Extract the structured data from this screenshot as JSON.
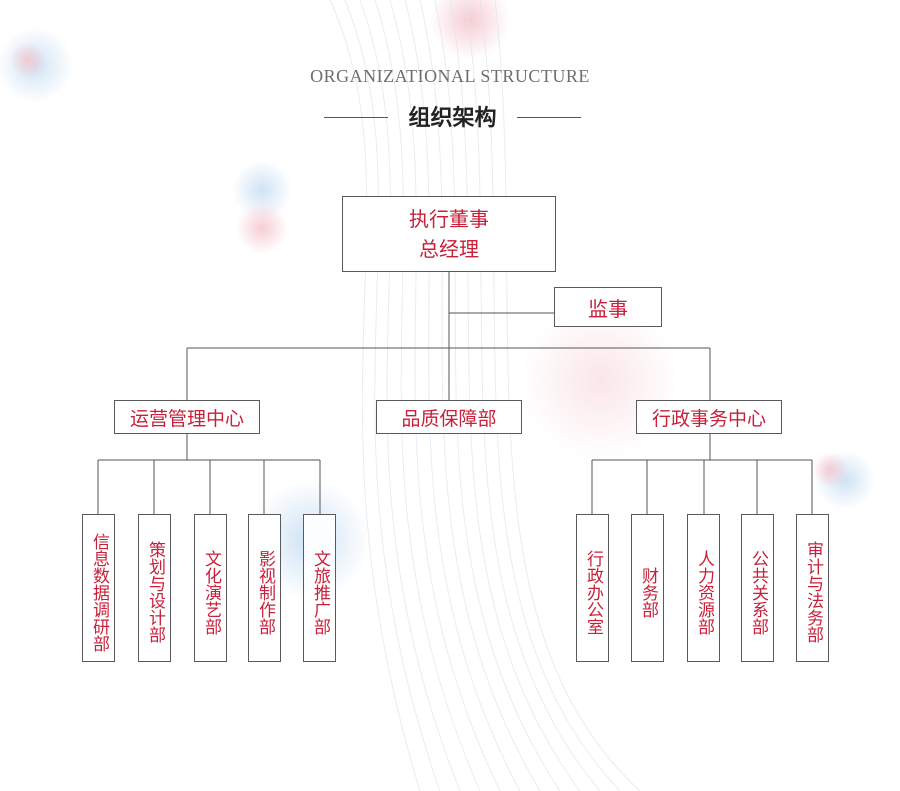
{
  "header": {
    "subtitle_en": "ORGANIZATIONAL STRUCTURE",
    "title_cn": "组织架构"
  },
  "org": {
    "top": {
      "line1": "执行董事",
      "line2": "总经理"
    },
    "supervisor": "监事",
    "centers": [
      {
        "label": "运营管理中心",
        "departments": [
          "信息数据调研部",
          "策划与设计部",
          "文化演艺部",
          "影视制作部",
          "文旅推广部"
        ]
      },
      {
        "label": "品质保障部",
        "departments": []
      },
      {
        "label": "行政事务中心",
        "departments": [
          "行政办公室",
          "财务部",
          "人力资源部",
          "公共关系部",
          "审计与法务部"
        ]
      }
    ]
  },
  "colors": {
    "accent": "#c8203a",
    "line": "#555555",
    "bg_blob_blue": "#c9dff3",
    "bg_blob_pink": "#f5c7cf"
  }
}
